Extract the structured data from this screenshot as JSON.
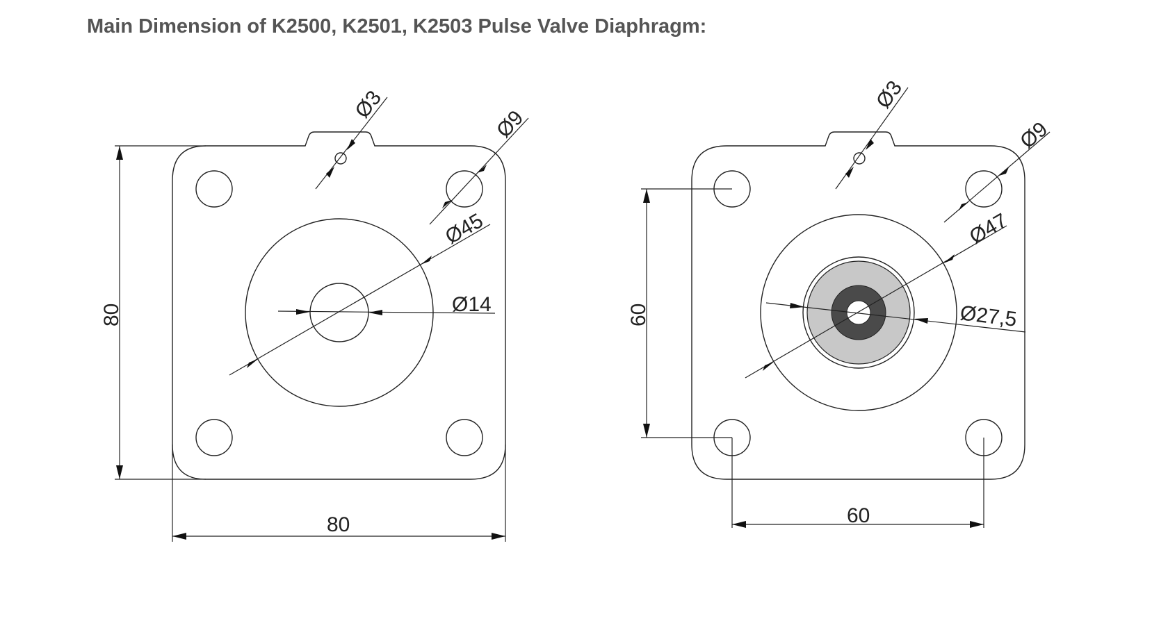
{
  "title": "Main Dimension of K2500, K2501, K2503 Pulse Valve Diaphragm:",
  "colors": {
    "title": "#555555",
    "line": "#222222",
    "ring_fill": "#c8c8c8",
    "core_fill": "#4a4a4a"
  },
  "left_drawing": {
    "labels": {
      "pin_hole": "Ø3",
      "bolt_hole": "Ø9",
      "diaphragm": "Ø45",
      "center_hole": "Ø14",
      "height": "80",
      "width": "80"
    }
  },
  "right_drawing": {
    "labels": {
      "pin_hole": "Ø3",
      "bolt_hole": "Ø9",
      "diaphragm": "Ø47",
      "center_boss": "Ø27,5",
      "hole_spacing_v": "60",
      "hole_spacing_h": "60"
    }
  }
}
